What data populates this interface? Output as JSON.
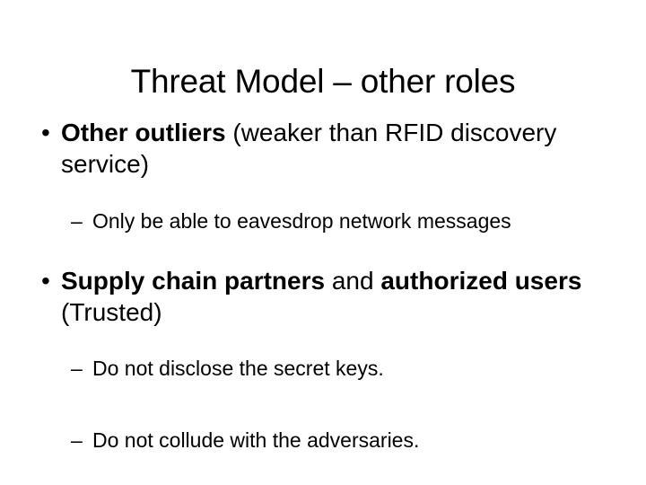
{
  "slide": {
    "title": "Threat Model – other roles",
    "background_color": "#ffffff",
    "text_color": "#000000",
    "bullets": [
      {
        "level": 1,
        "marker": "•",
        "bold_lead": "Other outliers",
        "rest": " (weaker than RFID discovery service)",
        "full_text": "Other outliers (weaker than RFID discovery service)"
      },
      {
        "level": 2,
        "marker": "–",
        "text": "Only be able to eavesdrop network messages"
      },
      {
        "level": 1,
        "marker": "•",
        "bold_lead": "Supply chain partners",
        "middle": " and ",
        "bold_tail": "authorized users",
        "rest": " (Trusted)",
        "full_text": "Supply chain partners and authorized users (Trusted)"
      },
      {
        "level": 2,
        "marker": "–",
        "text": "Do not disclose the secret keys."
      },
      {
        "level": 2,
        "marker": "–",
        "text": "Do not collude with the adversaries."
      }
    ]
  }
}
